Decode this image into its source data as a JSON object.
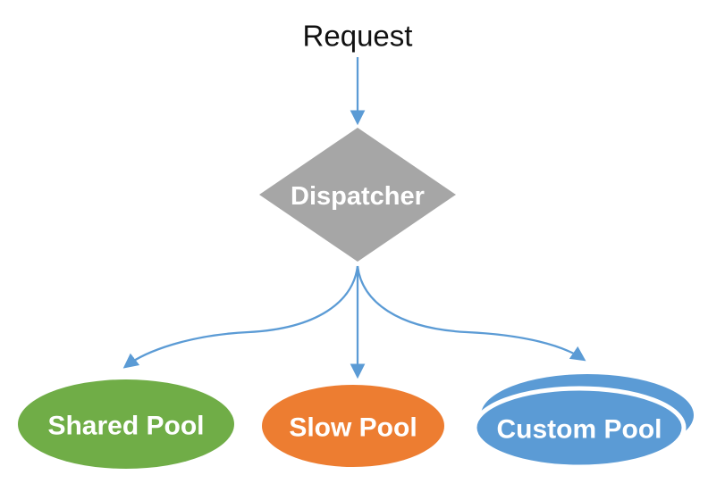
{
  "diagram": {
    "background": "#FFFFFF",
    "request": {
      "label": "Request",
      "text_color": "#111111"
    },
    "dispatcher": {
      "label": "Dispatcher",
      "shape": "diamond",
      "fill": "#A6A6A6",
      "text_color": "#FFFFFF"
    },
    "arrows": {
      "color": "#5B9BD5",
      "edges": [
        "request-to-dispatcher",
        "dispatcher-to-shared-pool",
        "dispatcher-to-slow-pool",
        "dispatcher-to-custom-pool"
      ]
    },
    "pools": [
      {
        "label": "Shared Pool",
        "shape": "ellipse",
        "fill": "#70AD47",
        "text_color": "#FFFFFF",
        "stacked": false
      },
      {
        "label": "Slow Pool",
        "shape": "ellipse",
        "fill": "#ED7D31",
        "text_color": "#FFFFFF",
        "stacked": false
      },
      {
        "label": "Custom Pool",
        "shape": "ellipse",
        "fill": "#5B9BD5",
        "text_color": "#FFFFFF",
        "stacked": true
      }
    ]
  }
}
